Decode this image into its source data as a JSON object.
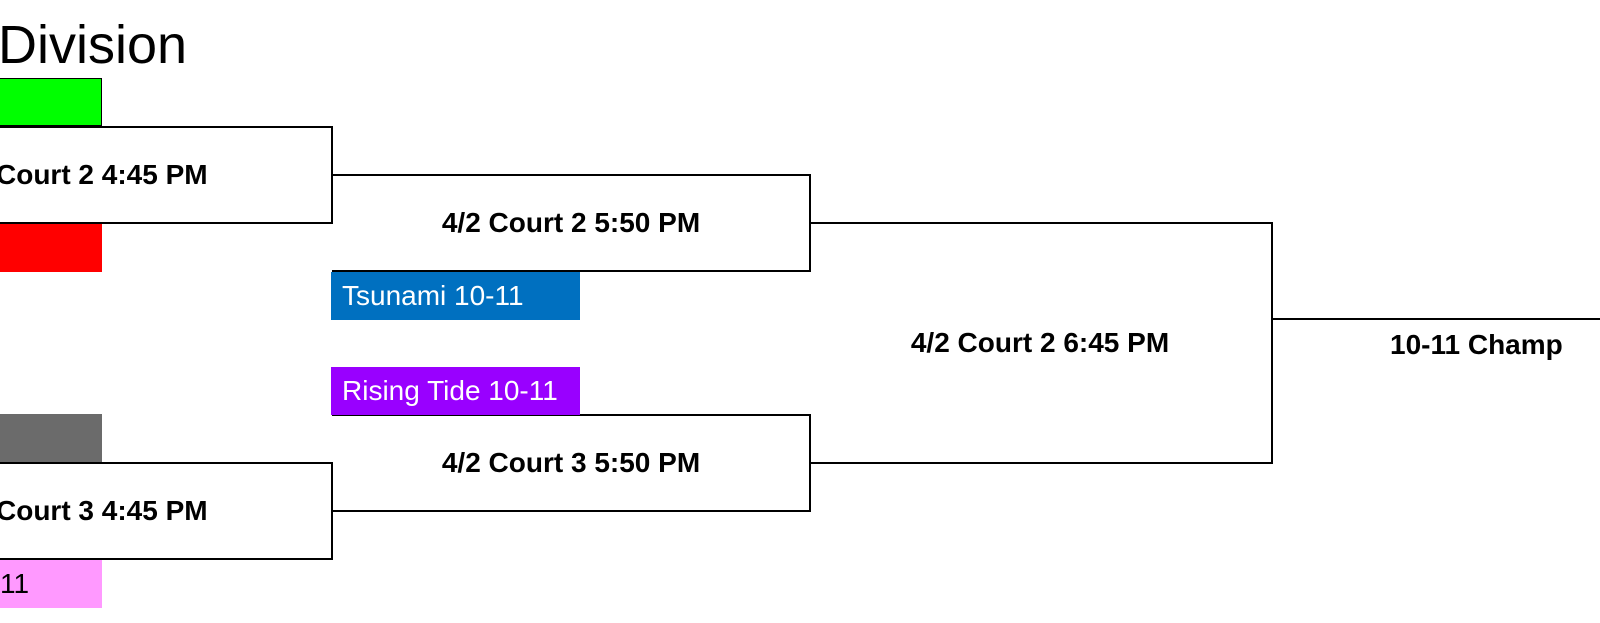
{
  "title": "Division",
  "colors": {
    "green": "#00ff00",
    "red": "#ff0000",
    "gray": "#6b6b6b",
    "pink": "#ff99ff",
    "blue": "#0070c0",
    "purple": "#9900ff",
    "line": "#000000"
  },
  "teams": {
    "slot1": "",
    "slot2": "",
    "tsunami": "Tsunami 10-11",
    "rising_tide": "Rising Tide 10-11",
    "slot5": "",
    "slot6": "11"
  },
  "matches": {
    "r1_top": "Court 2 4:45 PM",
    "r1_bottom": "Court 3 4:45 PM",
    "semi_top": "4/2 Court 2 5:50 PM",
    "semi_bottom": "4/2 Court 3 5:50 PM",
    "final": "4/2 Court 2 6:45 PM",
    "champion": "10-11 Champ"
  }
}
